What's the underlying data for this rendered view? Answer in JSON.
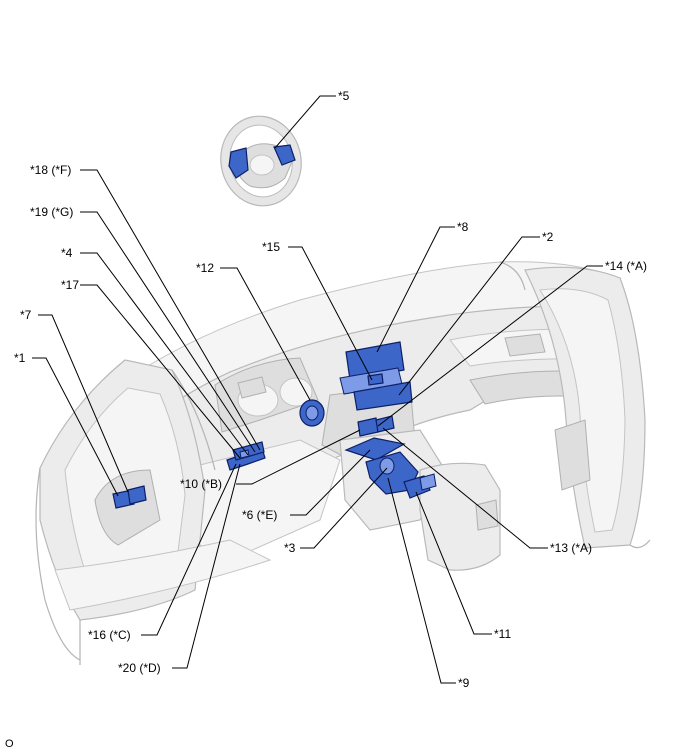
{
  "labels": {
    "l5": "*5",
    "l18": "*18 (*F)",
    "l19": "*19 (*G)",
    "l4": "*4",
    "l17": "*17",
    "l7": "*7",
    "l1": "*1",
    "l12": "*12",
    "l15": "*15",
    "l8": "*8",
    "l2": "*2",
    "l14": "*14 (*A)",
    "l10": "*10 (*B)",
    "l6": "*6 (*E)",
    "l3": "*3",
    "l13": "*13 (*A)",
    "l11": "*11",
    "l9": "*9",
    "l16": "*16 (*C)",
    "l20": "*20 (*D)"
  },
  "footer_code": "O",
  "colors": {
    "highlight": "#3d66c9",
    "outline": "#0e1f66",
    "vehicle": "#ececec"
  }
}
